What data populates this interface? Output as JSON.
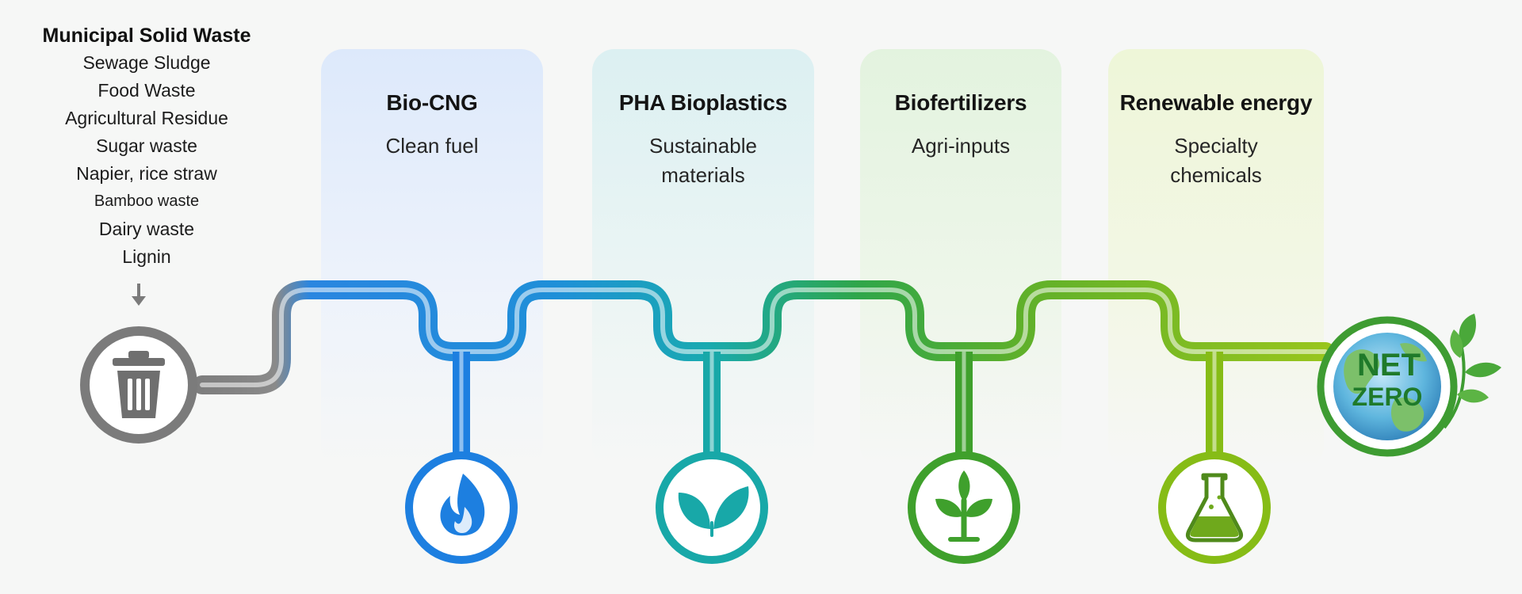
{
  "inputs": {
    "heading": "Municipal Solid Waste",
    "items": [
      "Sewage Sludge",
      "Food Waste",
      "Agricultural Residue",
      "Sugar waste",
      "Napier, rice straw",
      "Bamboo waste",
      "Dairy waste",
      "Lignin"
    ]
  },
  "products": [
    {
      "title": "Bio-CNG",
      "subtitle": "Clean fuel",
      "icon": "flame-icon",
      "color": "#1d7fe0"
    },
    {
      "title": "PHA Bioplastics",
      "subtitle": "Sustainable materials",
      "icon": "leaf-icon",
      "color": "#18a8a8"
    },
    {
      "title": "Biofertilizers",
      "subtitle": "Agri-inputs",
      "icon": "sprout-icon",
      "color": "#3fa02c"
    },
    {
      "title": "Renewable energy",
      "subtitle": "Specialty chemicals",
      "icon": "flask-icon",
      "color": "#86bc16"
    }
  ],
  "source_icon": "trash-bin-icon",
  "goal": {
    "line1": "NET",
    "line2": "ZERO",
    "icon": "globe-icon"
  },
  "colors": {
    "gray": "#7b7b7b",
    "blue": "#1d7fe0",
    "teal": "#18a8a8",
    "green": "#3fa02c",
    "lime": "#86bc16",
    "netzero_text": "#1f7a2a"
  }
}
